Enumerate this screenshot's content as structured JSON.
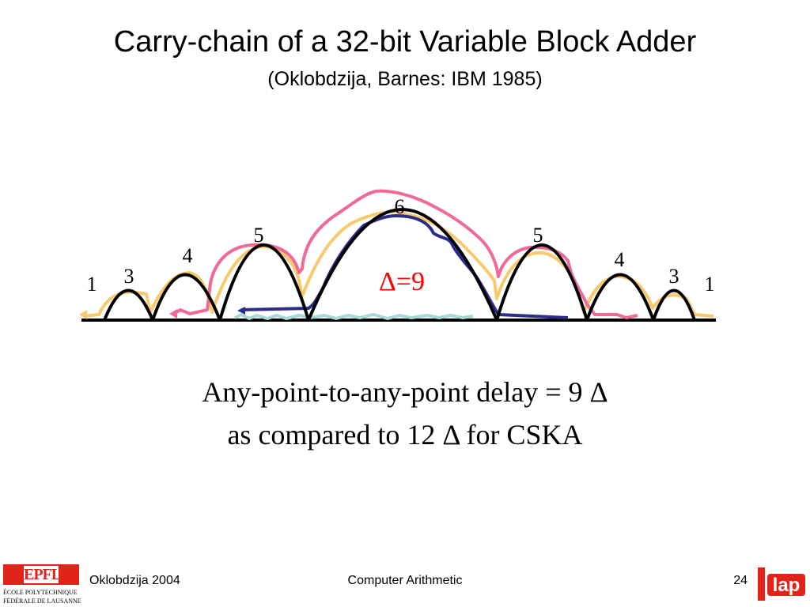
{
  "slide": {
    "title": "Carry-chain of a 32-bit Variable Block Adder",
    "subtitle": "(Oklobdzija, Barnes: IBM 1985)",
    "caption_line1": "Any-point-to-any-point delay = 9 Δ",
    "caption_line2": "as compared to 12 Δ for CSKA"
  },
  "diagram": {
    "block_labels": [
      "1",
      "3",
      "4",
      "5",
      "6",
      "5",
      "4",
      "3",
      "1"
    ],
    "delta_label": "Δ=9",
    "colors": {
      "arcs": "#000000",
      "yellow_path": "#f9c96e",
      "pink_path": "#f06a95",
      "navy_path": "#2d2b8c",
      "cyan_path": "#a8d8d8",
      "delta": "#ff0000"
    }
  },
  "footer": {
    "author": "Oklobdzija 2004",
    "course": "Computer Arithmetic",
    "page_number": "24",
    "epfl_logo_text": "EPFL",
    "epfl_line1": "ÉCOLE POLYTECHNIQUE",
    "epfl_line2": "FÉDÉRALE DE LAUSANNE",
    "lap_logo_text": "lap"
  }
}
